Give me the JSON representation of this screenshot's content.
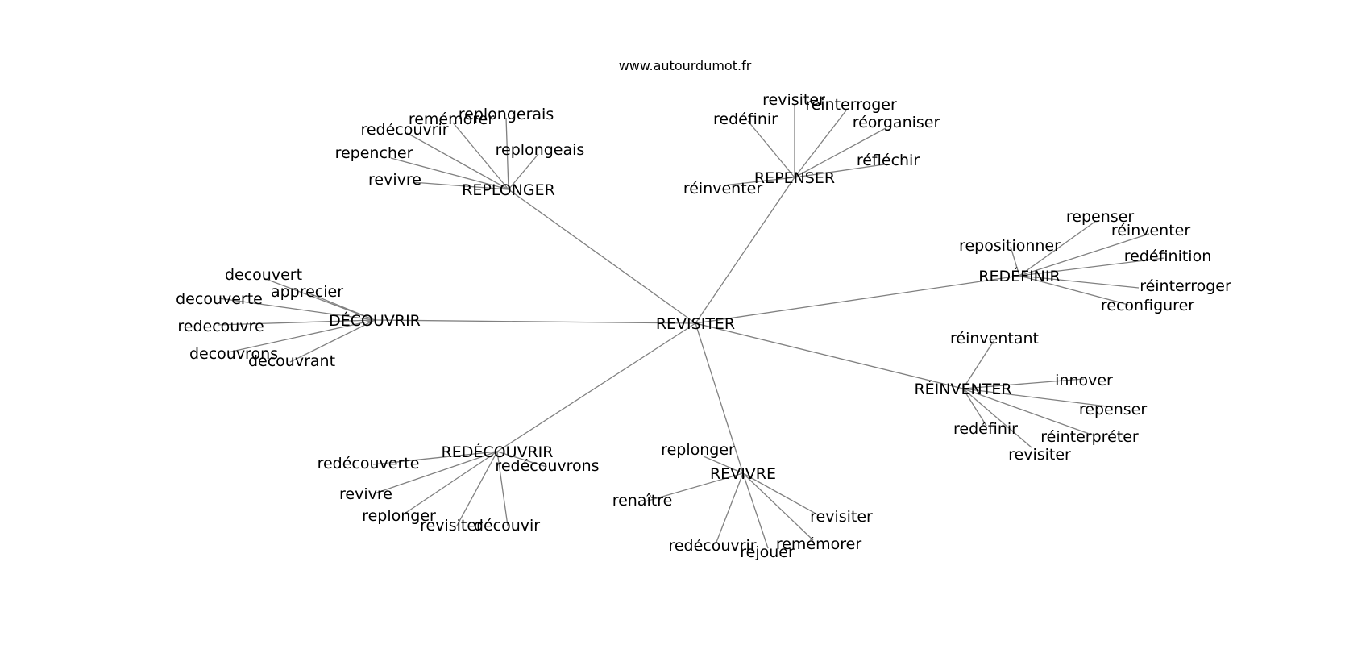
{
  "header": {
    "site_url": "www.autourdumot.fr"
  },
  "colors": {
    "edge": "#808080",
    "text": "#000000",
    "background": "#ffffff"
  },
  "graph": {
    "root": "REVISITER",
    "clusters": [
      {
        "id": "replonger",
        "label": "REPLONGER",
        "leaves": [
          "replongerais",
          "remémorer",
          "redécouvrir",
          "replongeais",
          "repencher",
          "revivre"
        ]
      },
      {
        "id": "repenser",
        "label": "REPENSER",
        "leaves": [
          "revisiter",
          "réinterroger",
          "redéfinir",
          "réorganiser",
          "réfléchir",
          "réinventer"
        ]
      },
      {
        "id": "redefinir",
        "label": "REDÉFINIR",
        "leaves": [
          "repenser",
          "réinventer",
          "repositionner",
          "redéfinition",
          "réinterroger",
          "reconfigurer"
        ]
      },
      {
        "id": "reinventer",
        "label": "RÉINVENTER",
        "leaves": [
          "réinventant",
          "innover",
          "repenser",
          "réinterpréter",
          "redéfinir",
          "revisiter"
        ]
      },
      {
        "id": "revivre",
        "label": "REVIVRE",
        "leaves": [
          "replonger",
          "renaître",
          "revisiter",
          "remémorer",
          "rejouer",
          "redécouvrir"
        ]
      },
      {
        "id": "redecouvrir",
        "label": "REDÉCOUVRIR",
        "leaves": [
          "redécouverte",
          "redécouvrons",
          "revivre",
          "replonger",
          "revisiter",
          "découvir"
        ]
      },
      {
        "id": "decouvrir",
        "label": "DÉCOUVRIR",
        "leaves": [
          "decouvert",
          "apprecier",
          "decouverte",
          "redecouvre",
          "decouvrons",
          "decouvrant"
        ]
      }
    ]
  }
}
